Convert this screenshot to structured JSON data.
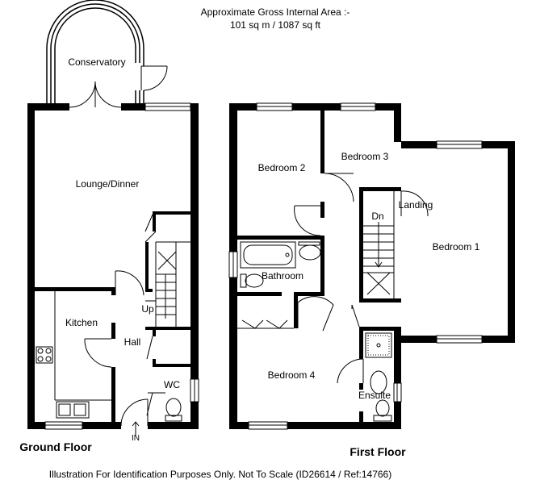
{
  "header": {
    "line1": "Approximate Gross Internal Area :-",
    "line2": "101 sq m / 1087 sq ft"
  },
  "footer": {
    "disclaimer": "Illustration For Identification Purposes Only. Not To Scale (ID26614 / Ref:14766)"
  },
  "ground_floor": {
    "label": "Ground Floor",
    "rooms": {
      "conservatory": "Conservatory",
      "lounge_dinner": "Lounge/Dinner",
      "kitchen": "Kitchen",
      "hall": "Hall",
      "wc": "WC"
    },
    "markers": {
      "up": "Up",
      "in": "IN"
    }
  },
  "first_floor": {
    "label": "First Floor",
    "rooms": {
      "bedroom1": "Bedroom 1",
      "bedroom2": "Bedroom 2",
      "bedroom3": "Bedroom 3",
      "bedroom4": "Bedroom 4",
      "bathroom": "Bathroom",
      "landing": "Landing",
      "ensuite": "Ensuite"
    },
    "markers": {
      "dn": "Dn"
    }
  }
}
